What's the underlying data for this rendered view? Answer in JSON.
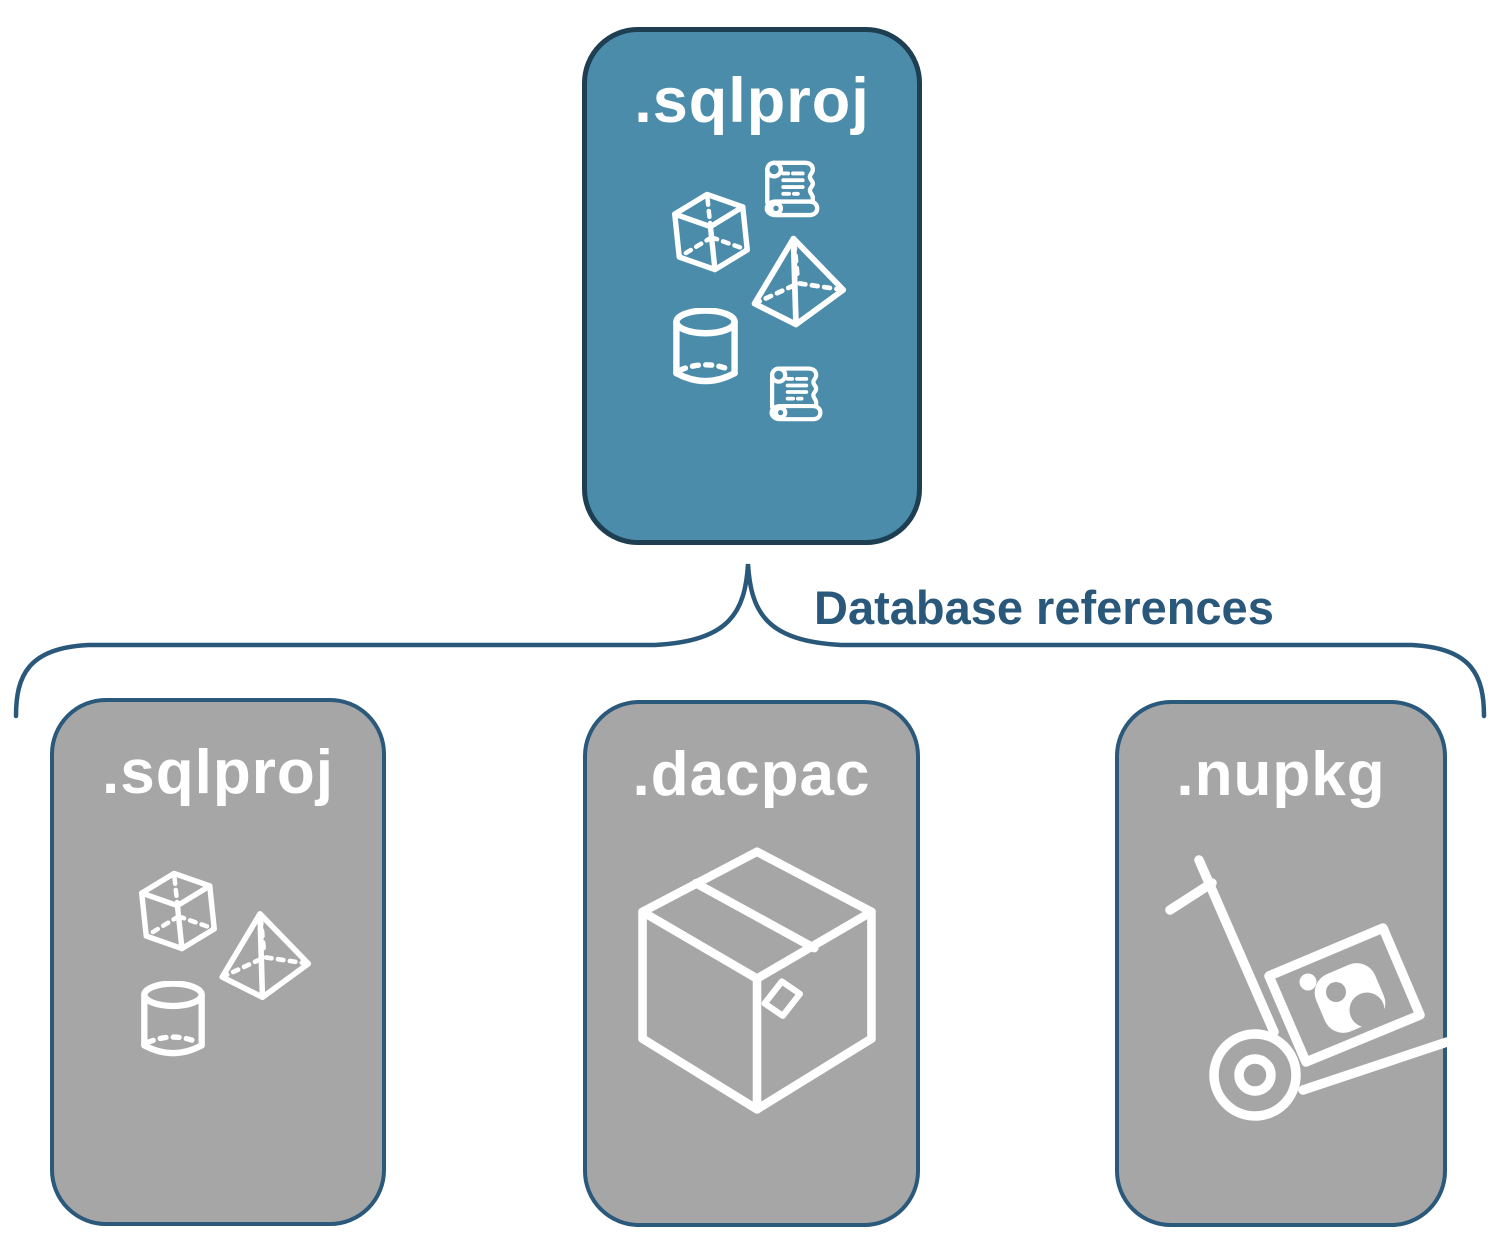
{
  "diagram": {
    "root": {
      "label": ".sqlproj",
      "icons": [
        "cube-icon",
        "scroll-icon",
        "pyramid-icon",
        "cylinder-icon",
        "scroll-icon"
      ]
    },
    "connector_label": "Database references",
    "children": [
      {
        "label": ".sqlproj",
        "icons": [
          "cube-icon",
          "pyramid-icon",
          "cylinder-icon"
        ]
      },
      {
        "label": ".dacpac",
        "icons": [
          "package-box-icon"
        ]
      },
      {
        "label": ".nupkg",
        "icons": [
          "handtruck-nuget-package-icon"
        ]
      }
    ]
  },
  "colors": {
    "root_fill": "#4a8caa",
    "root_border": "#1e3e52",
    "child_fill": "#a6a6a6",
    "child_border": "#2a597c",
    "connector": "#2a587a",
    "label_text": "#ffffff",
    "connector_label_text": "#2a587a",
    "background": "#ffffff"
  }
}
